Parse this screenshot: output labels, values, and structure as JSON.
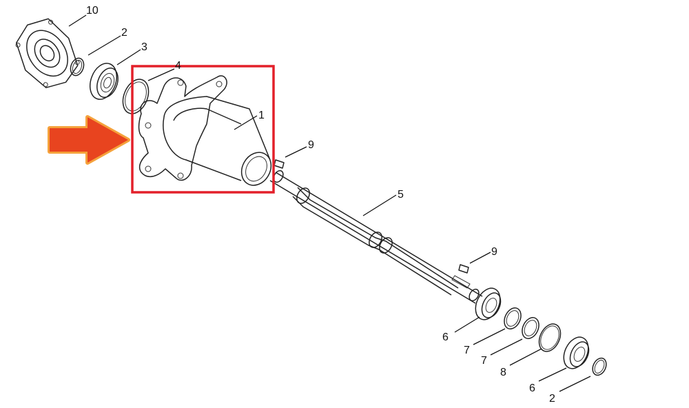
{
  "colors": {
    "highlight_box": "#e3202a",
    "arrow_fill": "#e8441f",
    "arrow_glow": "#f5a23c",
    "line": "#222222"
  },
  "callouts": [
    {
      "label": "10"
    },
    {
      "label": "2"
    },
    {
      "label": "3"
    },
    {
      "label": "4"
    },
    {
      "label": "1"
    },
    {
      "label": "9"
    },
    {
      "label": "5"
    },
    {
      "label": "9"
    },
    {
      "label": "6"
    },
    {
      "label": "7"
    },
    {
      "label": "7"
    },
    {
      "label": "8"
    },
    {
      "label": "6"
    },
    {
      "label": "2"
    }
  ]
}
